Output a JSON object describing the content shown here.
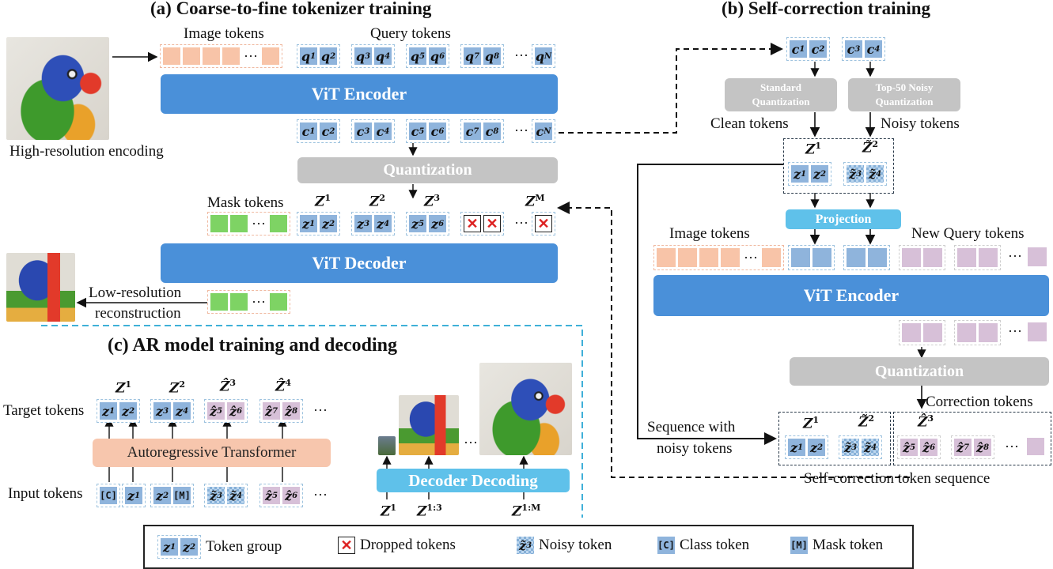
{
  "section_a": {
    "title": "(a) Coarse-to-fine tokenizer training",
    "image_tokens_label": "Image tokens",
    "query_tokens_label": "Query tokens",
    "high_res_label": "High-resolution encoding",
    "vit_encoder": "ViT Encoder",
    "quantization": "Quantization",
    "mask_tokens_label": "Mask tokens",
    "vit_decoder": "ViT Decoder",
    "low_res_line1": "Low-resolution",
    "low_res_line2": "reconstruction",
    "ellipsis": "···",
    "z_labels": [
      "Z",
      "Z",
      "Z",
      "Z"
    ],
    "z_sups": [
      "1",
      "2",
      "3",
      "M"
    ]
  },
  "section_b": {
    "title": "(b) Self-correction training",
    "standard_quant_line1": "Standard",
    "standard_quant_line2": "Quantization",
    "noisy_quant_line1": "Top-50 Noisy",
    "noisy_quant_line2": "Quantization",
    "clean_tokens": "Clean tokens",
    "noisy_tokens": "Noisy tokens",
    "projection": "Projection",
    "image_tokens_label": "Image tokens",
    "new_query_tokens_label": "New Query tokens",
    "vit_encoder": "ViT Encoder",
    "quantization": "Quantization",
    "correction_tokens": "Correction tokens",
    "sequence_line1": "Sequence with",
    "sequence_line2": "noisy tokens",
    "self_correction_seq": "Self-correction token sequence"
  },
  "section_c": {
    "title": "(c) AR model training and decoding",
    "target_tokens": "Target tokens",
    "input_tokens": "Input tokens",
    "ar_transformer": "Autoregressive Transformer",
    "decoder_decoding": "Decoder Decoding",
    "z_bottom": [
      "Z",
      "Z",
      "Z"
    ],
    "z_bottom_sups": [
      "1",
      "1:3",
      "1:M"
    ]
  },
  "legend": {
    "token_group": "Token group",
    "dropped_tokens": "Dropped tokens",
    "noisy_token": "Noisy token",
    "class_token": "Class token",
    "mask_token": "Mask token",
    "class_glyph": "[C]",
    "mask_glyph": "[M]"
  },
  "colors": {
    "vit_blue": "#4a90d9",
    "quant_gray": "#c4c4c4",
    "projection_cyan": "#5fc1ea",
    "ar_salmon": "#f7c6ad",
    "token_blue": "#8fb4dc",
    "image_token_orange": "#f8c4a8",
    "mask_token_green": "#7ed364",
    "query_token_purple": "#d7c0d8",
    "dashed_cyan": "#3fb0d8"
  }
}
